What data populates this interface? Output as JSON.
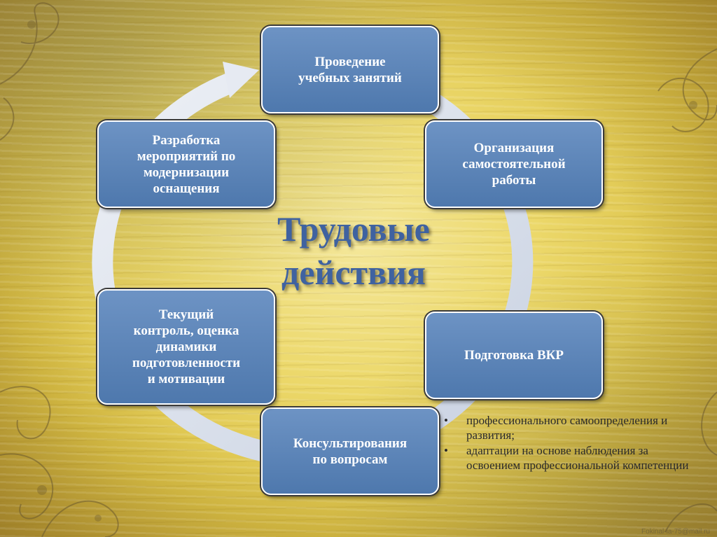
{
  "center_title": "Трудовые\nдействия",
  "boxes": [
    {
      "id": "top",
      "label": "Проведение\nучебных занятий"
    },
    {
      "id": "right-top",
      "label": "Организация\nсамостоятельной\nработы"
    },
    {
      "id": "right-bottom",
      "label": "Подготовка ВКР"
    },
    {
      "id": "bottom",
      "label": "Консультирования\nпо вопросам"
    },
    {
      "id": "left-bottom",
      "label": "Текущий\nконтроль, оценка\nдинамики\nподготовленности\nи мотивации"
    },
    {
      "id": "left-top",
      "label": "Разработка\nмероприятий по\nмодернизации\nоснащения"
    }
  ],
  "notes": [
    {
      "bullet": "•",
      "text": "профессионального самоопределения и развития;"
    },
    {
      "bullet": "•",
      "text": "адаптации на основе наблюдения за освоением профессиональной компетенции"
    }
  ],
  "footer": "Fokinal-ia-75@mail.ru",
  "colors": {
    "box_fill": "#5a82b8",
    "box_border": "#ffffff",
    "title_color": "#3f62a0",
    "ring_color": "#d8deea"
  }
}
